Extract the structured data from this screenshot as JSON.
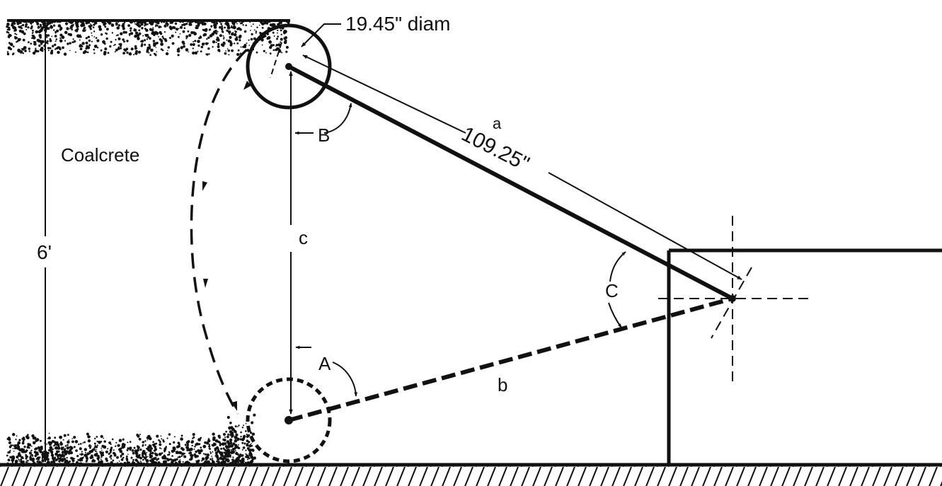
{
  "labels": {
    "wheel_diameter": "19.45\" diam",
    "coalcrete": "Coalcrete",
    "height": "6'",
    "side_a_letter": "a",
    "side_a_length": "109.25\"",
    "side_b": "b",
    "side_c": "c",
    "angle_A": "A",
    "angle_B": "B",
    "angle_C": "C"
  }
}
